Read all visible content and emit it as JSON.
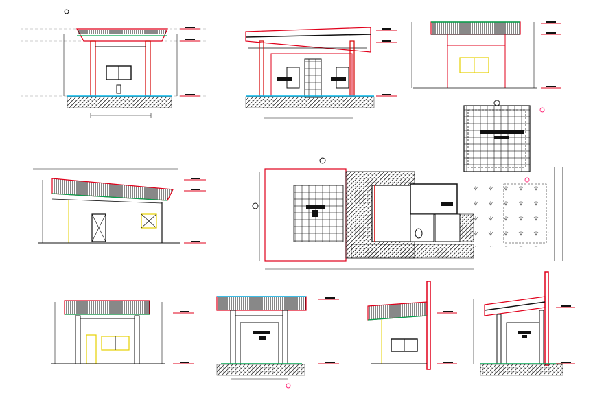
{
  "sheet": {
    "type": "architectural CAD drawing sheet",
    "background": "#ffffff"
  },
  "colors": {
    "line": "#000000",
    "roof_red": "#e0001b",
    "column_red": "#d40000",
    "window_yellow": "#e6d000",
    "green": "#00a651",
    "cyan": "#00b7eb",
    "ground_hatch": "#555555",
    "magenta_marker": "#ff2d7a"
  },
  "views": [
    {
      "id": "elevation-front-small",
      "kind": "elevation"
    },
    {
      "id": "section-long",
      "kind": "section"
    },
    {
      "id": "elevation-side-top-right",
      "kind": "elevation"
    },
    {
      "id": "roof-plan",
      "kind": "plan"
    },
    {
      "id": "elevation-long-middle-left",
      "kind": "elevation"
    },
    {
      "id": "floor-plan",
      "kind": "plan"
    },
    {
      "id": "elevation-bottom-left",
      "kind": "elevation"
    },
    {
      "id": "section-bottom-center",
      "kind": "section"
    },
    {
      "id": "elevation-bottom-right-1",
      "kind": "elevation"
    },
    {
      "id": "section-bottom-right-2",
      "kind": "section"
    }
  ]
}
